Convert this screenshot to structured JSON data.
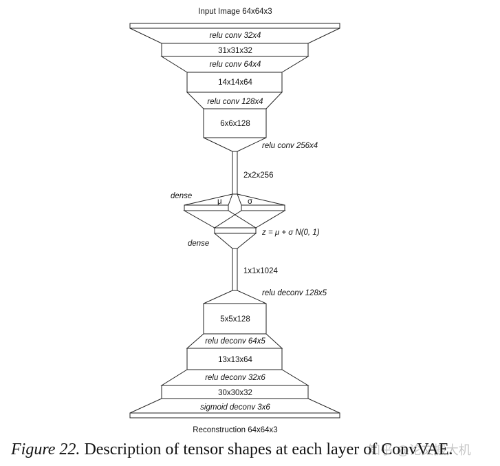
{
  "diagram": {
    "input_label": "Input Image 64x64x3",
    "output_label": "Reconstruction 64x64x3",
    "encoder": {
      "conv1": "relu conv 32x4",
      "shape1": "31x31x32",
      "conv2": "relu conv 64x4",
      "shape2": "14x14x64",
      "conv3": "relu conv 128x4",
      "shape3": "6x6x128",
      "conv4": "relu conv 256x4",
      "shape4": "2x2x256"
    },
    "latent": {
      "dense_top": "dense",
      "mu": "μ",
      "sigma": "σ",
      "z_formula": "z = μ + σ N(0, 1)",
      "dense_bottom": "dense"
    },
    "decoder": {
      "shape0": "1x1x1024",
      "deconv1": "relu deconv 128x5",
      "shape1": "5x5x128",
      "deconv2": "relu deconv 64x5",
      "shape2": "13x13x64",
      "deconv3": "relu deconv 32x6",
      "shape3": "30x30x32",
      "deconv4": "sigmoid deconv 3x6"
    }
  },
  "caption": {
    "figure_label": "Figure 22.",
    "text": " Description of tensor shapes at each layer of ConvVAE."
  },
  "watermark": "知乎 @论文搬大机"
}
